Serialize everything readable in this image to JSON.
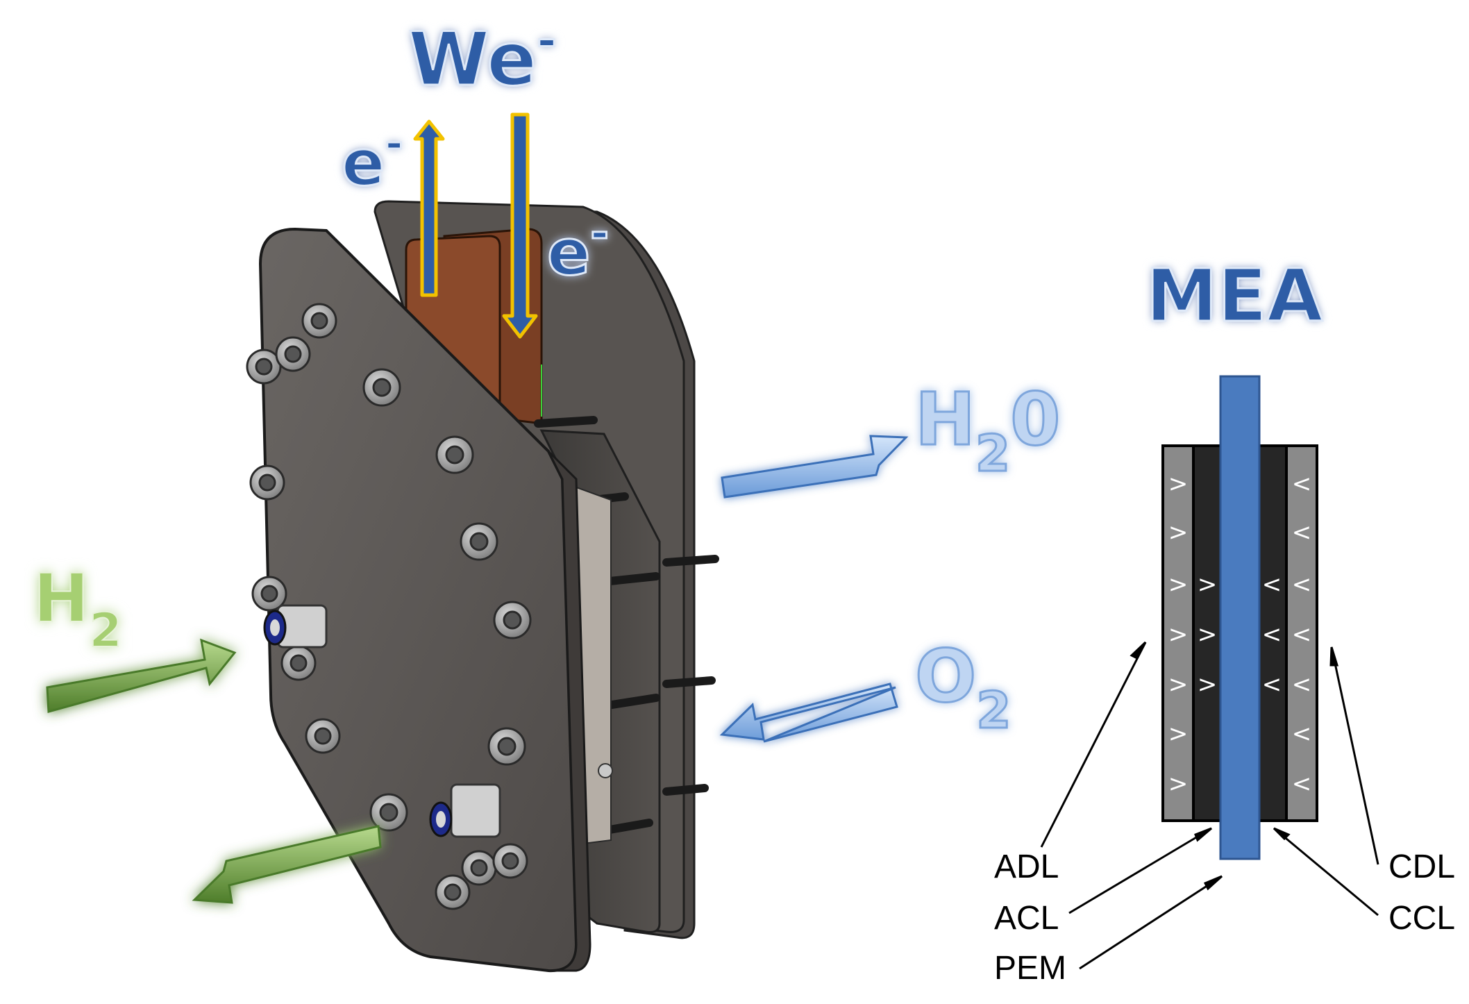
{
  "title": {
    "base": "We",
    "sup": "-"
  },
  "electron_labels": [
    {
      "base": "e",
      "sup": "-"
    },
    {
      "base": "e",
      "sup": "-"
    }
  ],
  "gases": {
    "h2_in": {
      "base": "H",
      "sub": "2"
    },
    "h2o_out": {
      "base": "H",
      "sub": "2",
      "tail": "0"
    },
    "o2_in": {
      "base": "O",
      "sub": "2"
    }
  },
  "mea": {
    "title": "MEA",
    "labels": {
      "adl": "ADL",
      "acl": "ACL",
      "pem": "PEM",
      "cdl": "CDL",
      "ccl": "CCL"
    },
    "anode_symbol": ">",
    "cathode_symbol": "<"
  },
  "colors": {
    "title_blue": "#2e5da6",
    "gas_blue": "#9cbde8",
    "arrow_blue": "#7fabe0",
    "h2_green": "#8fbf5a",
    "arrow_green": "#5b8c33",
    "arrow_yellow": "#f2c200",
    "plate_gray": "#5c5855",
    "copper": "#8b4a2b",
    "pem_blue": "#4a7bbf",
    "layer_dark": "#262626",
    "layer_gray": "#8a8a8a"
  }
}
